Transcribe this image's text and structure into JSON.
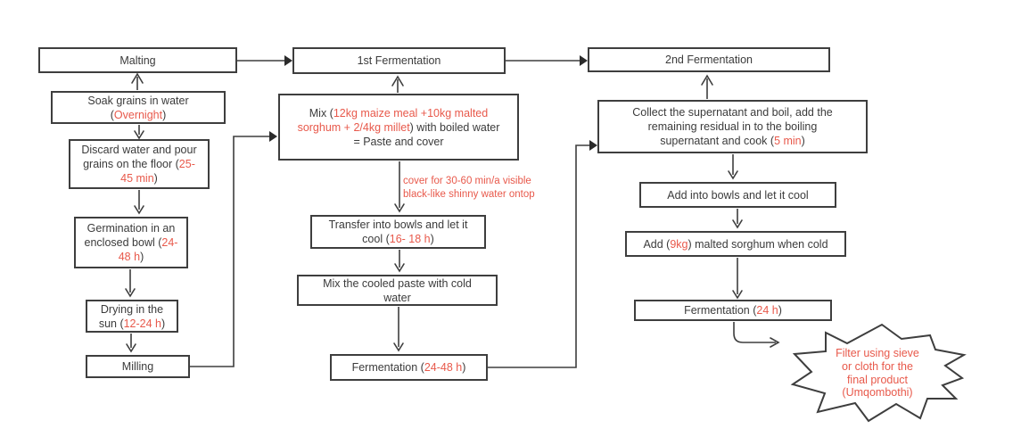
{
  "colors": {
    "accent_red": "#e8594b",
    "ink": "#3b3b3b",
    "border": "#3e3e3e",
    "background": "#ffffff"
  },
  "nodes": {
    "malting": {
      "label": "Malting"
    },
    "soak": {
      "l1": "Soak grains in water",
      "pre": "(",
      "time": "Overnight",
      "post": ")"
    },
    "discard": {
      "l1": "Discard water and pour",
      "l2": "grains on the floor (",
      "t1": "25-",
      "t2": "45 min",
      "post": ")"
    },
    "germination": {
      "l1": "Germination in an",
      "l2": "enclosed bowl (",
      "t1": "24-",
      "t2": "48 h",
      "post": ")"
    },
    "drying": {
      "l1": "Drying in the",
      "l2": "sun (",
      "time": "12-24 h",
      "post": ")"
    },
    "milling": {
      "label": "Milling"
    },
    "ferm1_header": {
      "label": "1st Fermentation"
    },
    "mix": {
      "pre": "Mix (",
      "red1": "12kg maize meal +10kg malted",
      "red2": "sorghum + 2/4kg millet",
      "mid": ") with boiled water",
      "l3": "= Paste and cover"
    },
    "cover_note": {
      "l1": "cover for 30-60 min/a visible",
      "l2": "black-like shinny water ontop"
    },
    "transfer": {
      "l1": "Transfer into bowls and let it",
      "l2": "cool (",
      "time": "16- 18 h",
      "post": ")"
    },
    "mixcold": {
      "l1": "Mix the cooled paste with cold",
      "l2": "water"
    },
    "ferm_mid": {
      "pre": "Fermentation (",
      "time": "24-48 h",
      "post": ")"
    },
    "ferm2_header": {
      "label": "2nd Fermentation"
    },
    "collect": {
      "l1": "Collect the supernatant and boil, add the",
      "l2": "remaining residual in to the boiling",
      "l3": "supernatant and cook (",
      "time": "5 min",
      "post": ")"
    },
    "addbowls": {
      "label": "Add into bowls and let it cool"
    },
    "add9kg": {
      "pre": "Add (",
      "amount": "9kg",
      "post": ") malted sorghum when cold"
    },
    "ferm_final": {
      "pre": "Fermentation (",
      "time": "24 h",
      "post": ")"
    },
    "starburst": {
      "l1": "Filter using sieve",
      "l2": "or cloth for the",
      "l3": "final product",
      "l4": "(Umqombothi)"
    }
  }
}
